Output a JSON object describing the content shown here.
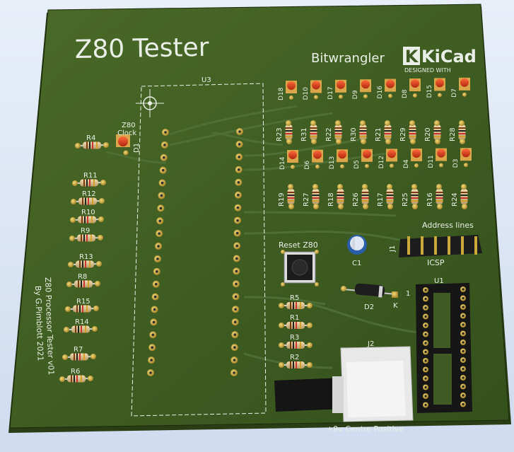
{
  "board": {
    "title": "Z80 Tester",
    "author_tag": "Bitwrangler",
    "logo_text": "KiCad",
    "logo_sub": "DESIGNED WITH",
    "side_note_line1": "Z80 Processor Tester v01",
    "side_note_line2": "By G.Pimblott 2021",
    "power_label": "+9v Centre Positive",
    "address_label": "Address lines",
    "icsp_label": "ICSP",
    "reset_label": "Reset Z80",
    "clock_label_line1": "Z80",
    "clock_label_line2": "Clock",
    "u3_label": "U3",
    "u1_label": "U1",
    "j1_label": "J1",
    "j2_label": "J2",
    "c1_label": "C1",
    "d1_label": "D1",
    "d2_label": "D2",
    "k_label": "K",
    "pin1_label": "1",
    "left_resistors": [
      "R4",
      "R11",
      "R12",
      "R10",
      "R9",
      "R13",
      "R8",
      "R15",
      "R14",
      "R7",
      "R6"
    ],
    "mid_resistors": [
      "R5",
      "R1",
      "R3",
      "R2"
    ],
    "top_leds_row1": [
      "D18",
      "D10",
      "D17",
      "D9",
      "D16",
      "D8",
      "D15",
      "D7"
    ],
    "top_res_row1": [
      "R23",
      "R31",
      "R22",
      "R30",
      "R21",
      "R29",
      "R20",
      "R28"
    ],
    "top_leds_row2": [
      "D14",
      "D6",
      "D13",
      "D5",
      "D12",
      "D4",
      "D11",
      "D3"
    ],
    "top_res_row2": [
      "R19",
      "R27",
      "R18",
      "R26",
      "R17",
      "R25",
      "R16",
      "R24"
    ]
  },
  "colors": {
    "board": "#3f5a22",
    "silkscreen": "#e9efe6",
    "copper_pad": "#c9a93a",
    "led": "#d83a1e",
    "background": "#d9e6f7"
  }
}
